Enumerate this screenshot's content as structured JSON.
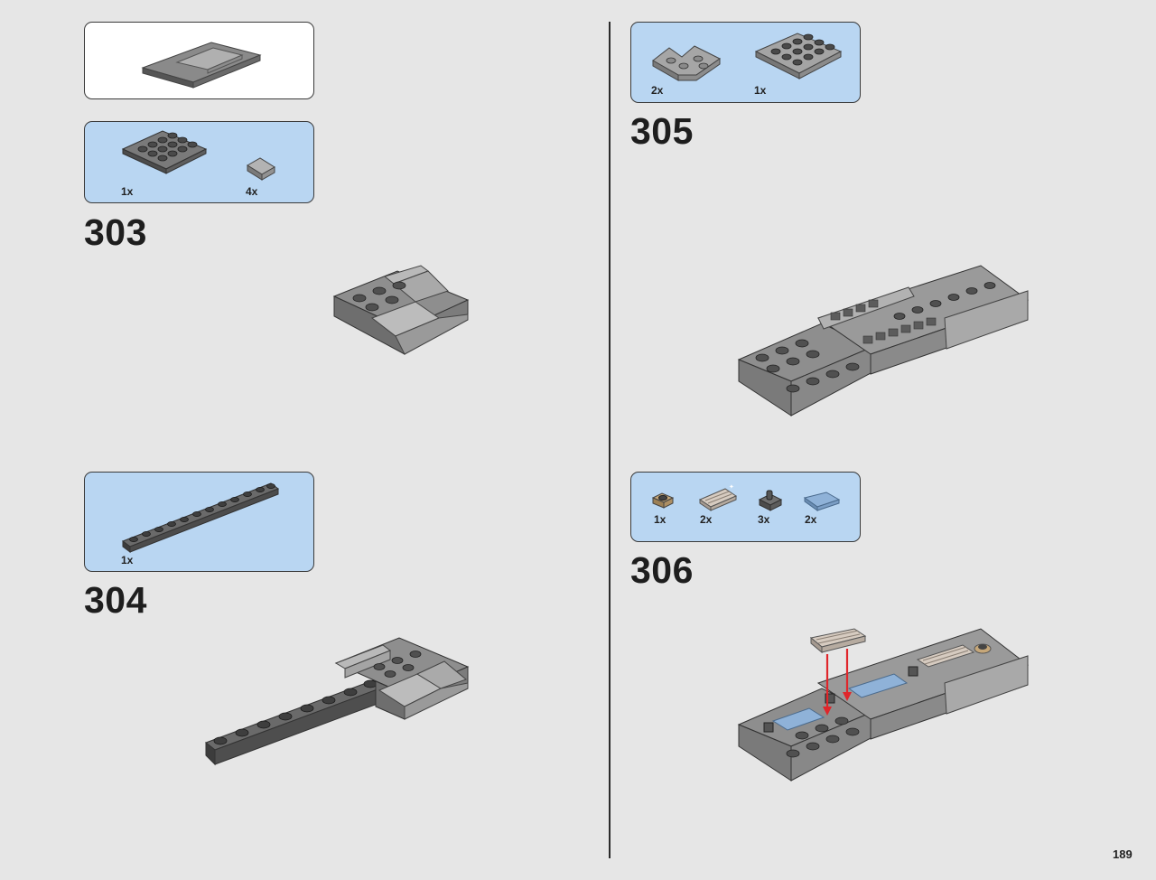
{
  "page_number": "189",
  "colors": {
    "background": "#e6e6e6",
    "parts_box": "#b9d6f2",
    "divider": "#2b2b2b",
    "brick_light": "#a8a8a8",
    "brick_dark": "#585858",
    "arrow": "#e0262b",
    "tan": "#c6a779",
    "trans_blue": "#8fb2d8"
  },
  "steps": [
    {
      "number": "303",
      "parts": [
        {
          "qty": "1x",
          "part": "dark-gray-plate-4x4"
        },
        {
          "qty": "4x",
          "part": "light-gray-slope"
        }
      ]
    },
    {
      "number": "304",
      "parts": [
        {
          "qty": "1x",
          "part": "dark-gray-plate-1x12"
        }
      ]
    },
    {
      "number": "305",
      "parts": [
        {
          "qty": "2x",
          "part": "light-gray-wedge-plate"
        },
        {
          "qty": "1x",
          "part": "light-gray-plate-4x4"
        }
      ]
    },
    {
      "number": "306",
      "parts": [
        {
          "qty": "1x",
          "part": "tan-plate-1x1-round"
        },
        {
          "qty": "2x",
          "part": "tan-grille-tile"
        },
        {
          "qty": "3x",
          "part": "dark-gray-clip-plate"
        },
        {
          "qty": "2x",
          "part": "trans-blue-tile"
        }
      ]
    }
  ]
}
